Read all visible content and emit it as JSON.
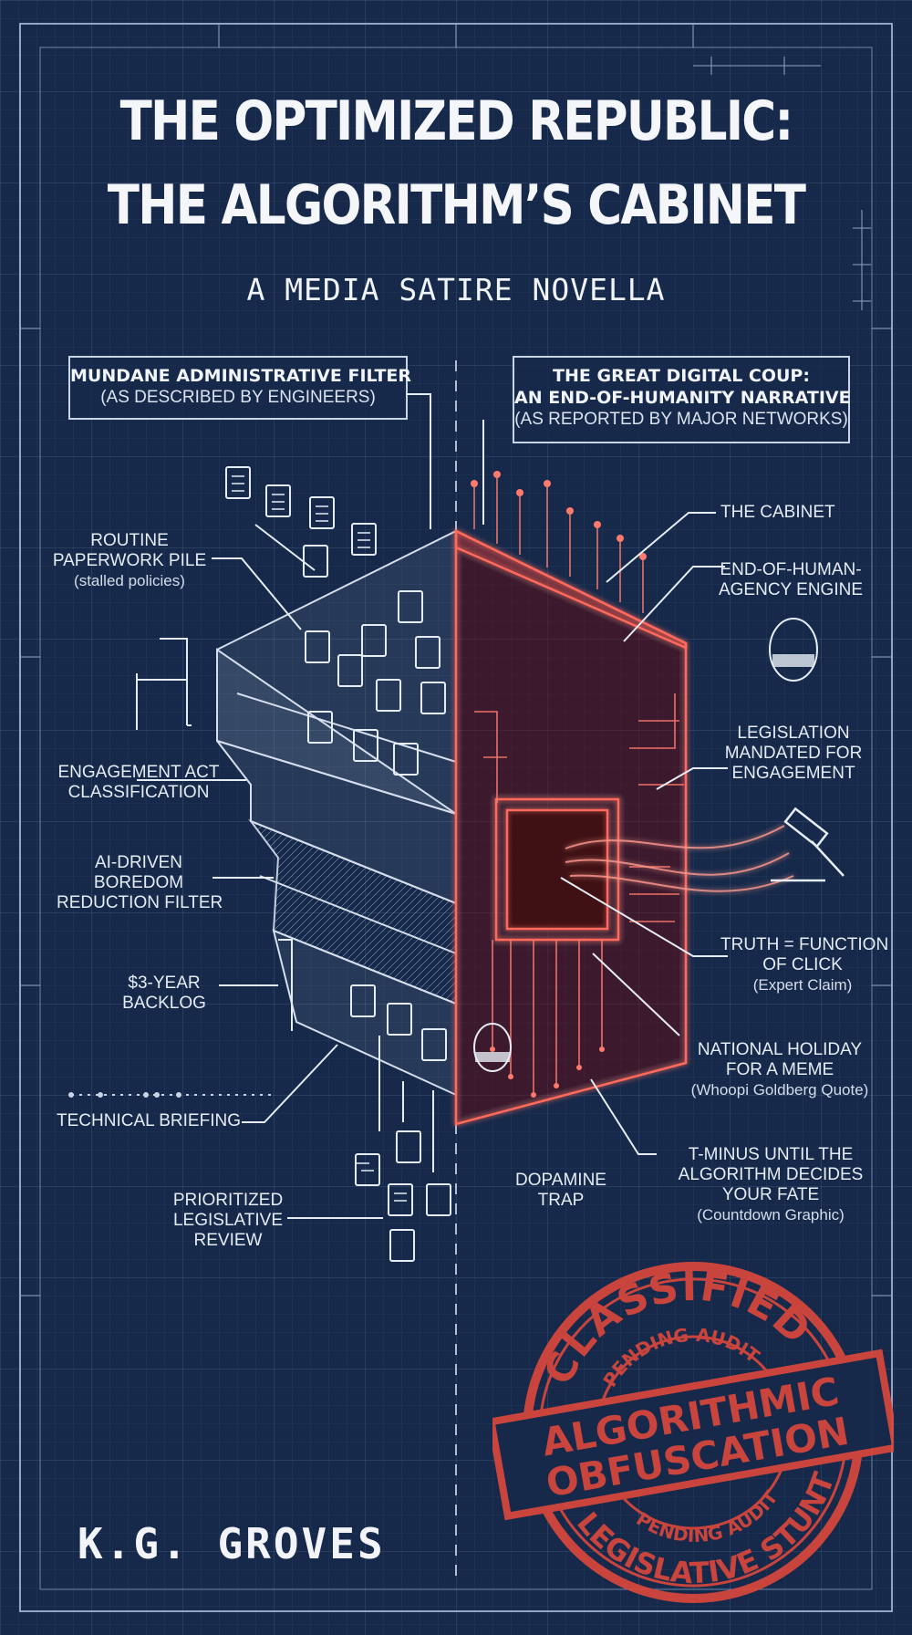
{
  "cover": {
    "title_line1": "THE OPTIMIZED REPUBLIC:",
    "title_line2": "THE ALGORITHM’S CABINET",
    "subtitle": "A MEDIA SATIRE NOVELLA",
    "author": "K.G. GROVES"
  },
  "left_box": {
    "heading": "MUNDANE ADMINISTRATIVE FILTER",
    "sub": "(AS DESCRIBED BY ENGINEERS)"
  },
  "right_box": {
    "heading1": "THE GREAT DIGITAL COUP:",
    "heading2": "AN END-OF-HUMANITY NARRATIVE",
    "sub": "(AS REPORTED BY MAJOR NETWORKS)"
  },
  "left_labels": {
    "paperwork_1": "ROUTINE",
    "paperwork_2": "PAPERWORK PILE",
    "paperwork_3": "(stalled policies)",
    "engagement_1": "ENGAGEMENT ACT",
    "engagement_2": "CLASSIFICATION",
    "ai_1": "AI-DRIVEN",
    "ai_2": "BOREDOM",
    "ai_3": "REDUCTION FILTER",
    "backlog_1": "$3-YEAR",
    "backlog_2": "BACKLOG",
    "briefing": "TECHNICAL BRIEFING",
    "prioritized_1": "PRIORITIZED",
    "prioritized_2": "LEGISLATIVE",
    "prioritized_3": "REVIEW"
  },
  "right_labels": {
    "cabinet": "THE CABINET",
    "engine_1": "END-OF-HUMAN-",
    "engine_2": "AGENCY ENGINE",
    "legislation_1": "LEGISLATION",
    "legislation_2": "MANDATED FOR",
    "legislation_3": "ENGAGEMENT",
    "truth_1": "TRUTH = FUNCTION",
    "truth_2": "OF CLICK",
    "truth_3": "(Expert Claim)",
    "holiday_1": "NATIONAL HOLIDAY",
    "holiday_2": "FOR A MEME",
    "holiday_3": "(Whoopi Goldberg Quote)",
    "tminus_1": "T-MINUS UNTIL THE",
    "tminus_2": "ALGORITHM DECIDES",
    "tminus_3": "YOUR FATE",
    "tminus_4": "(Countdown Graphic)",
    "dopamine_1": "DOPAMINE",
    "dopamine_2": "TRAP"
  },
  "stamp": {
    "top": "CLASSIFIED",
    "ring_top": "PENDING AUDIT",
    "center_1": "ALGORITHMIC",
    "center_2": "OBFUSCATION",
    "ring_bottom": "PENDING AUDIT",
    "bottom": "LEGISLATIVE STUNT"
  },
  "colors": {
    "background": "#16294a",
    "line": "#c9d4e4",
    "circuit": "#ff5a4e",
    "stamp": "#d9473c"
  }
}
